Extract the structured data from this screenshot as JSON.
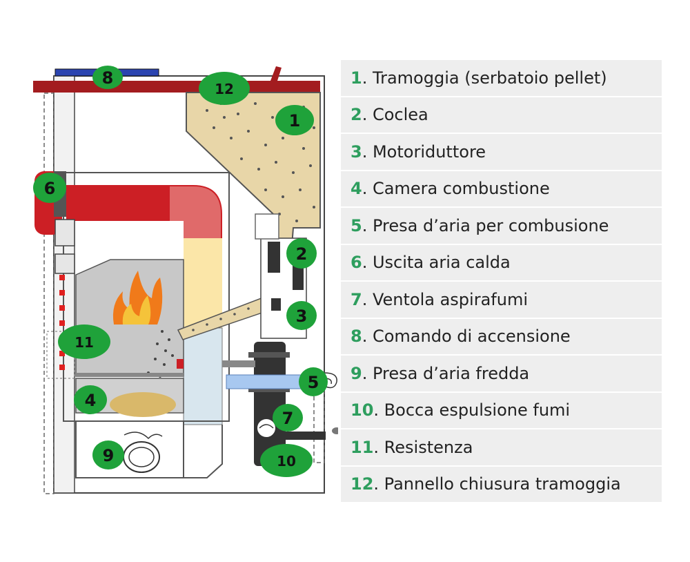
{
  "legend": [
    {
      "num": "1",
      "label": "Tramoggia (serbatoio pellet)"
    },
    {
      "num": "2",
      "label": "Coclea"
    },
    {
      "num": "3",
      "label": "Motoriduttore"
    },
    {
      "num": "4",
      "label": "Camera combustione"
    },
    {
      "num": "5",
      "label": "Presa d’aria per combusione"
    },
    {
      "num": "6",
      "label": "Uscita aria calda"
    },
    {
      "num": "7",
      "label": "Ventola aspirafumi"
    },
    {
      "num": "8",
      "label": "Comando di accensione"
    },
    {
      "num": "9",
      "label": "Presa d’aria fredda"
    },
    {
      "num": "10",
      "label": "Bocca espulsione fumi"
    },
    {
      "num": "11",
      "label": "Resistenza"
    },
    {
      "num": "12",
      "label": "Pannello chiusura tramoggia"
    }
  ],
  "markers": [
    "8",
    "12",
    "1",
    "6",
    "2",
    "3",
    "11",
    "5",
    "4",
    "7",
    "9",
    "10"
  ],
  "colors": {
    "marker_green": "#1fa23a",
    "legend_number": "#2e9e5e",
    "legend_bg": "#eeeeee",
    "stove_red": "#a31c1f",
    "warm_air_red": "#cc1f25",
    "pellet_sand": "#e8d6a8",
    "chamber_gray": "#c8c8c8",
    "intake_blue": "#a8c8f0",
    "flue_dark": "#333333"
  }
}
